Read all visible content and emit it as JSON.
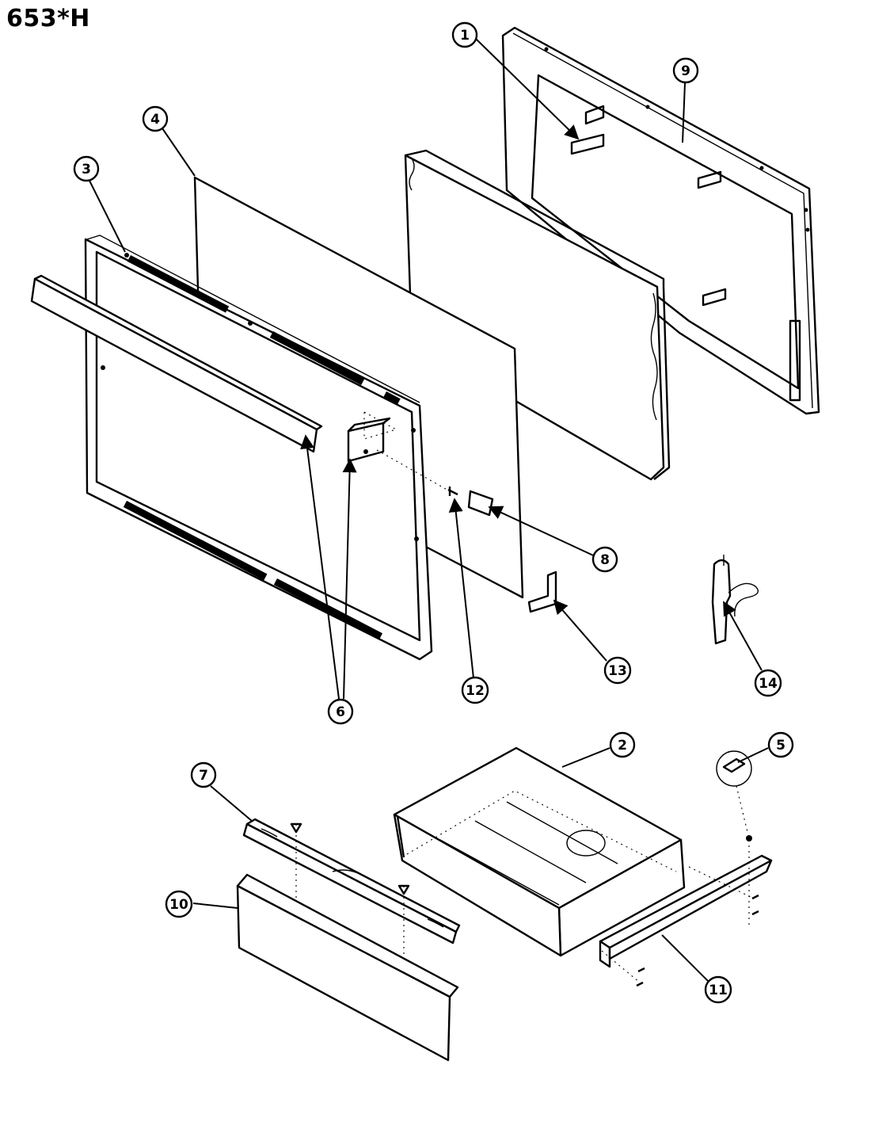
{
  "header": {
    "title": "653*H"
  },
  "callouts": [
    "1",
    "2",
    "3",
    "4",
    "5",
    "6",
    "7",
    "8",
    "9",
    "10",
    "11",
    "12",
    "13",
    "14"
  ]
}
